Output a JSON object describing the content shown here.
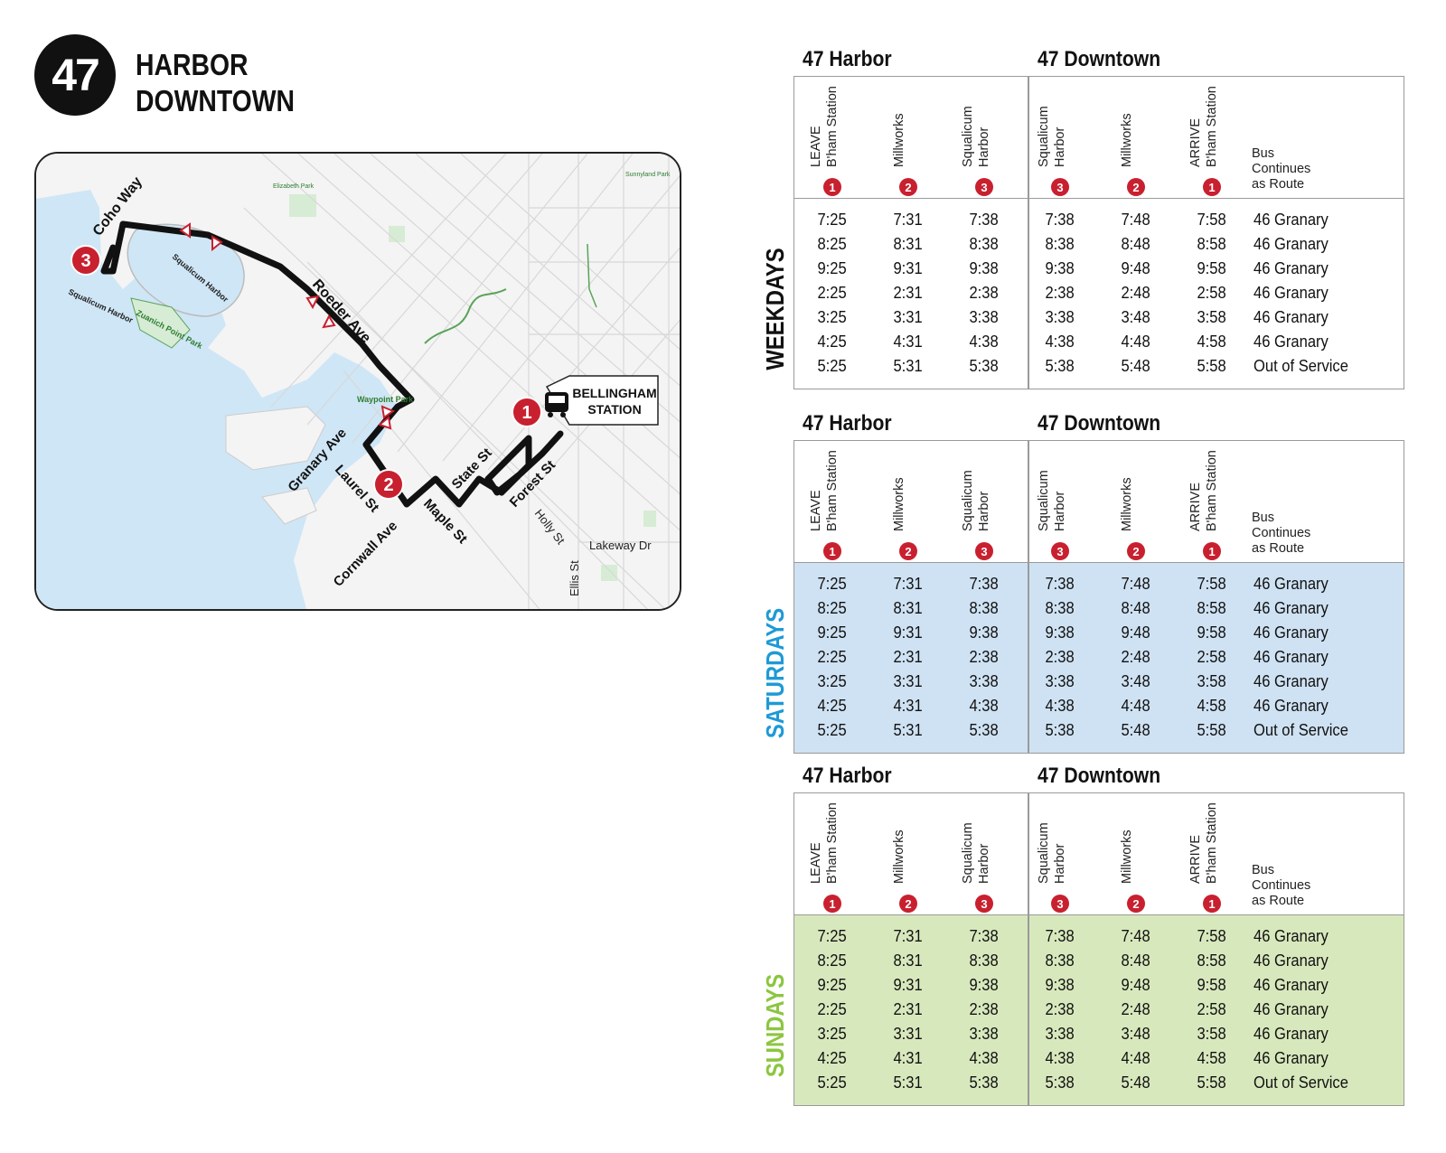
{
  "header": {
    "route_number": "47",
    "title_line1": "HARBOR",
    "title_line2": "DOWNTOWN"
  },
  "map": {
    "street_labels": {
      "coho": "Coho Way",
      "roeder": "Roeder Ave",
      "granary": "Granary Ave",
      "laurel": "Laurel St",
      "cornwall": "Cornwall Ave",
      "maple": "Maple St",
      "state": "State St",
      "forest": "Forest St",
      "holly": "Holly St",
      "lakeway": "Lakeway Dr",
      "ellis": "Ellis St"
    },
    "place_labels": {
      "squalicum_harbor_1": "Squalicum Harbor",
      "squalicum_harbor_2": "Squalicum Harbor",
      "zuanich": "Zuanich Point Park",
      "waypoint": "Waypoint Park",
      "elizabeth": "Elizabeth Park",
      "sunnyland": "Sunnyland Park"
    },
    "station_line1": "BELLINGHAM",
    "station_line2": "STATION",
    "stops": [
      "1",
      "2",
      "3"
    ],
    "route_color": "#111111",
    "stop_color": "#c8202f",
    "water_color": "#cfe6f6",
    "park_color": "#d7ecd4"
  },
  "schedule_columns": {
    "heading_outbound": "47 Harbor",
    "heading_inbound": "47 Downtown",
    "stop_names": [
      {
        "line1": "LEAVE",
        "line2": "B'ham Station",
        "stop": "1"
      },
      {
        "line1": "",
        "line2": "Millworks",
        "stop": "2"
      },
      {
        "line1": "Squalicum",
        "line2": "Harbor",
        "stop": "3"
      },
      {
        "line1": "Squalicum",
        "line2": "Harbor",
        "stop": "3"
      },
      {
        "line1": "",
        "line2": "Millworks",
        "stop": "2"
      },
      {
        "line1": "ARRIVE",
        "line2": "B'ham Station",
        "stop": "1"
      }
    ],
    "continues_line1": "Bus",
    "continues_line2": "Continues",
    "continues_line3": "as Route"
  },
  "schedules": [
    {
      "day": "WEEKDAYS",
      "day_color": "#111111",
      "body_bg": "#ffffff",
      "rows": [
        [
          "7:25",
          "7:31",
          "7:38",
          "7:38",
          "7:48",
          "7:58",
          "46 Granary"
        ],
        [
          "8:25",
          "8:31",
          "8:38",
          "8:38",
          "8:48",
          "8:58",
          "46 Granary"
        ],
        [
          "9:25",
          "9:31",
          "9:38",
          "9:38",
          "9:48",
          "9:58",
          "46 Granary"
        ],
        [
          "2:25",
          "2:31",
          "2:38",
          "2:38",
          "2:48",
          "2:58",
          "46 Granary"
        ],
        [
          "3:25",
          "3:31",
          "3:38",
          "3:38",
          "3:48",
          "3:58",
          "46 Granary"
        ],
        [
          "4:25",
          "4:31",
          "4:38",
          "4:38",
          "4:48",
          "4:58",
          "46 Granary"
        ],
        [
          "5:25",
          "5:31",
          "5:38",
          "5:38",
          "5:48",
          "5:58",
          "Out of Service"
        ]
      ]
    },
    {
      "day": "SATURDAYS",
      "day_color": "#1e9ad6",
      "body_bg": "#cfe2f3",
      "rows": [
        [
          "7:25",
          "7:31",
          "7:38",
          "7:38",
          "7:48",
          "7:58",
          "46 Granary"
        ],
        [
          "8:25",
          "8:31",
          "8:38",
          "8:38",
          "8:48",
          "8:58",
          "46 Granary"
        ],
        [
          "9:25",
          "9:31",
          "9:38",
          "9:38",
          "9:48",
          "9:58",
          "46 Granary"
        ],
        [
          "2:25",
          "2:31",
          "2:38",
          "2:38",
          "2:48",
          "2:58",
          "46 Granary"
        ],
        [
          "3:25",
          "3:31",
          "3:38",
          "3:38",
          "3:48",
          "3:58",
          "46 Granary"
        ],
        [
          "4:25",
          "4:31",
          "4:38",
          "4:38",
          "4:48",
          "4:58",
          "46 Granary"
        ],
        [
          "5:25",
          "5:31",
          "5:38",
          "5:38",
          "5:48",
          "5:58",
          "Out of Service"
        ]
      ]
    },
    {
      "day": "SUNDAYS",
      "day_color": "#8cc63f",
      "body_bg": "#d8e8bd",
      "rows": [
        [
          "7:25",
          "7:31",
          "7:38",
          "7:38",
          "7:48",
          "7:58",
          "46 Granary"
        ],
        [
          "8:25",
          "8:31",
          "8:38",
          "8:38",
          "8:48",
          "8:58",
          "46 Granary"
        ],
        [
          "9:25",
          "9:31",
          "9:38",
          "9:38",
          "9:48",
          "9:58",
          "46 Granary"
        ],
        [
          "2:25",
          "2:31",
          "2:38",
          "2:38",
          "2:48",
          "2:58",
          "46 Granary"
        ],
        [
          "3:25",
          "3:31",
          "3:38",
          "3:38",
          "3:48",
          "3:58",
          "46 Granary"
        ],
        [
          "4:25",
          "4:31",
          "4:38",
          "4:38",
          "4:48",
          "4:58",
          "46 Granary"
        ],
        [
          "5:25",
          "5:31",
          "5:38",
          "5:38",
          "5:48",
          "5:58",
          "Out of Service"
        ]
      ]
    }
  ]
}
